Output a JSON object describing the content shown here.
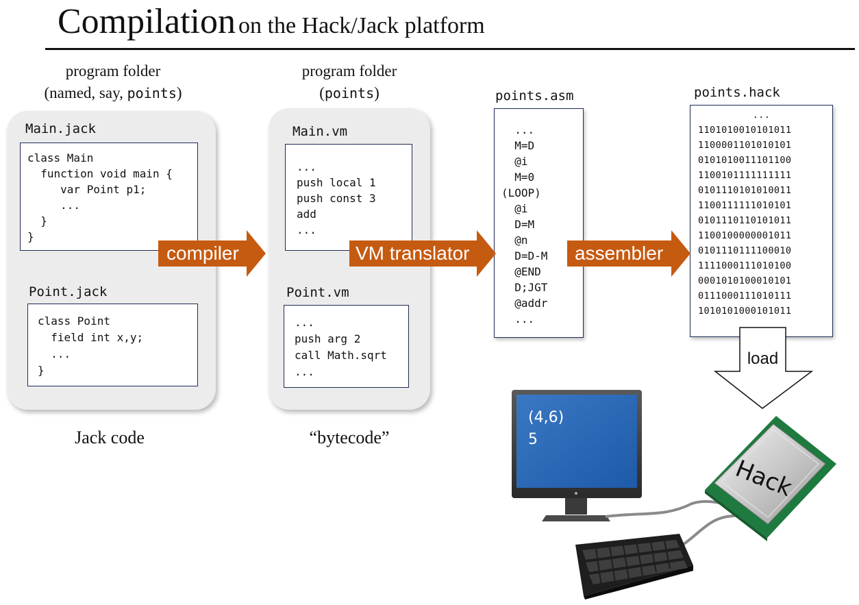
{
  "title": {
    "main": "Compilation",
    "sub": "on the Hack/Jack platform"
  },
  "jack_column": {
    "header_line1": "program folder",
    "header_line2_pre": "(named, say, ",
    "header_line2_mono": "points",
    "header_line2_post": ")",
    "file1": {
      "name": "Main.jack",
      "code": "class Main\n  function void main {\n     var Point p1;\n     ...\n  }\n}"
    },
    "file2": {
      "name": "Point.jack",
      "code": "class Point\n  field int x,y;\n  ...\n}"
    },
    "caption": "Jack code"
  },
  "vm_column": {
    "header_line1": "program folder",
    "header_line2_pre": "(",
    "header_line2_mono": "points",
    "header_line2_post": ")",
    "file1": {
      "name": "Main.vm",
      "code": "...\npush local 1\npush const 3\nadd\n..."
    },
    "file2": {
      "name": "Point.vm",
      "code": "...\npush arg 2\ncall Math.sqrt\n..."
    },
    "caption": "“bytecode”"
  },
  "asm_file": {
    "name": "points.asm",
    "code": "  ...\n  M=D\n  @i\n  M=0\n(LOOP)\n  @i\n  D=M\n  @n\n  D=D-M\n  @END\n  D;JGT\n  @addr\n  ..."
  },
  "hack_file": {
    "name": "points.hack",
    "lines": [
      "...",
      "1101010010101011",
      "1100001101010101",
      "0101010011101100",
      "1100101111111111",
      "0101110101010011",
      "1100111111010101",
      "0101110110101011",
      "1100100000001011",
      "0101110111100010",
      "1111000111010100",
      "0001010100010101",
      "0111000111010111",
      "1010101000101011",
      "..."
    ]
  },
  "arrows": {
    "compiler": "compiler",
    "vm_translator": "VM translator",
    "assembler": "assembler",
    "load": "load"
  },
  "screen": {
    "output": "(4,6)\n5"
  },
  "chip": {
    "label": "Hack"
  },
  "colors": {
    "arrow": "#c55a11",
    "box_border": "#1f2a56",
    "folder_bg": "#ececec",
    "screen": "#2f6db5"
  }
}
